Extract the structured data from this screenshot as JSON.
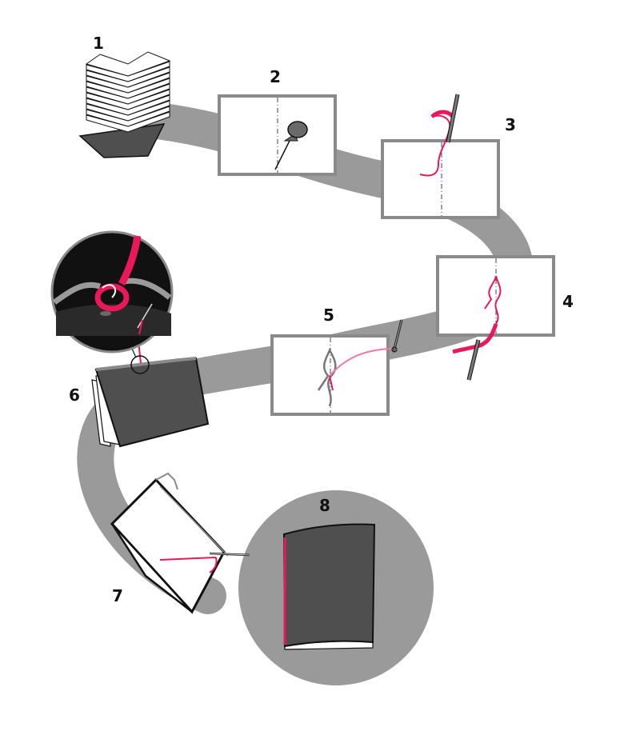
{
  "diagram": {
    "steps": [
      {
        "number": "1"
      },
      {
        "number": "2"
      },
      {
        "number": "3"
      },
      {
        "number": "4"
      },
      {
        "number": "5"
      },
      {
        "number": "6"
      },
      {
        "number": "7"
      },
      {
        "number": "8"
      }
    ],
    "colors": {
      "path": "#9a9a9a",
      "thread": "#e8185a",
      "dark": "#4f4f4f",
      "black": "#111111",
      "needle": "#6a6a6a",
      "frame": "#8a8a8a"
    },
    "icons": {
      "step1": "paper-stack-icon",
      "step2": "awl-icon",
      "step3": "needle-thread-icon",
      "step4": "needle-thread-icon",
      "step5": "needle-thread-icon",
      "step6": "knot-zoom-icon",
      "step7": "sewing-booklet-icon",
      "step8": "finished-book-icon"
    }
  }
}
